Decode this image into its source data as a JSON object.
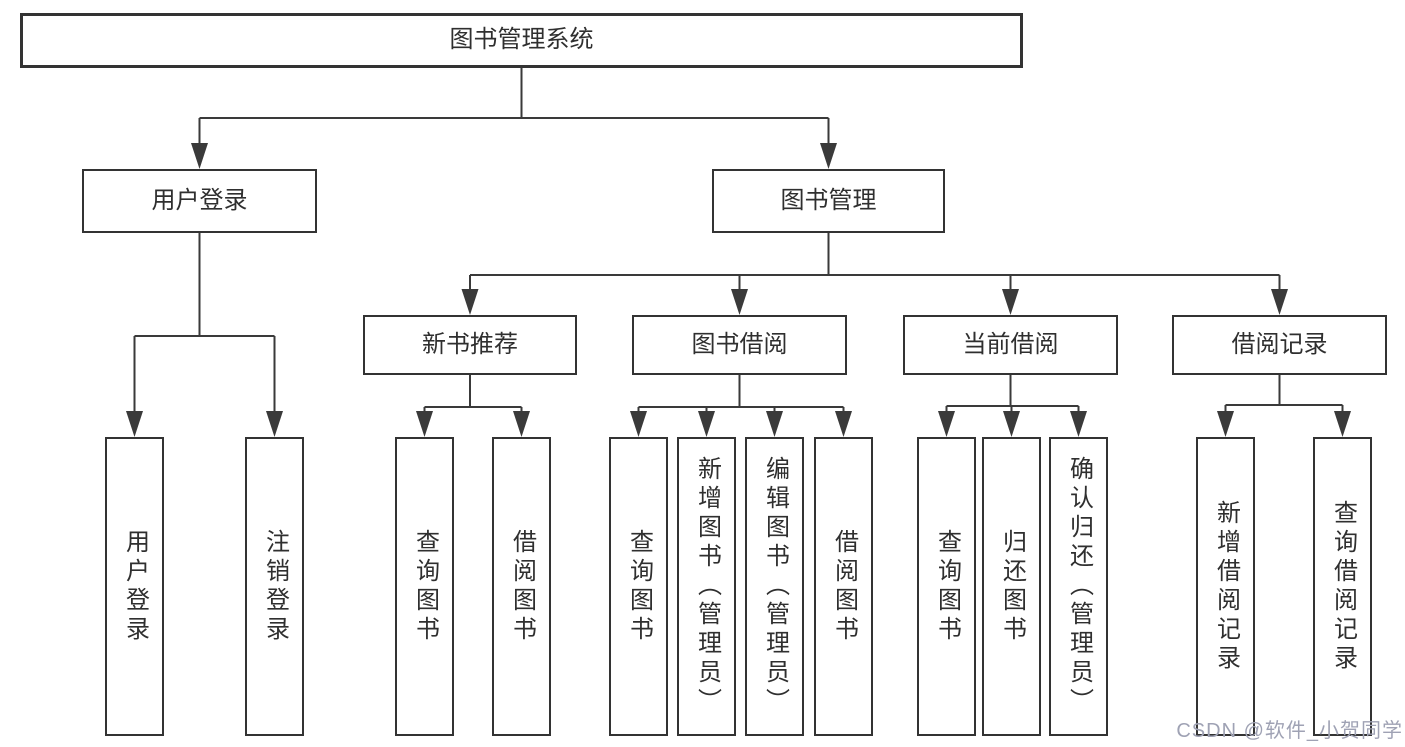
{
  "nodes": {
    "root": {
      "label": "图书管理系统"
    },
    "level2": [
      {
        "id": "user-login",
        "label": "用户登录"
      },
      {
        "id": "book-management",
        "label": "图书管理"
      }
    ],
    "level3": [
      {
        "id": "new-book-recommend",
        "label": "新书推荐",
        "parent": "图书管理"
      },
      {
        "id": "book-borrow",
        "label": "图书借阅",
        "parent": "图书管理"
      },
      {
        "id": "current-borrow",
        "label": "当前借阅",
        "parent": "图书管理"
      },
      {
        "id": "borrow-records",
        "label": "借阅记录",
        "parent": "图书管理"
      }
    ],
    "leaves": [
      {
        "id": "user-login-leaf",
        "label": "用户登录",
        "parent": "用户登录"
      },
      {
        "id": "logout",
        "label": "注销登录",
        "parent": "用户登录"
      },
      {
        "id": "recommend-query-books",
        "label": "查询图书",
        "parent": "新书推荐"
      },
      {
        "id": "recommend-borrow-books",
        "label": "借阅图书",
        "parent": "新书推荐"
      },
      {
        "id": "borrow-query-books",
        "label": "查询图书",
        "parent": "图书借阅"
      },
      {
        "id": "borrow-add-books-admin",
        "label": "新增图书（管理员）",
        "parent": "图书借阅"
      },
      {
        "id": "borrow-edit-books-admin",
        "label": "编辑图书（管理员）",
        "parent": "图书借阅"
      },
      {
        "id": "borrow-borrow-books",
        "label": "借阅图书",
        "parent": "图书借阅"
      },
      {
        "id": "current-query-books",
        "label": "查询图书",
        "parent": "当前借阅"
      },
      {
        "id": "current-return-books",
        "label": "归还图书",
        "parent": "当前借阅"
      },
      {
        "id": "current-confirm-return-admin",
        "label": "确认归还（管理员）",
        "parent": "当前借阅"
      },
      {
        "id": "records-add-borrow-record",
        "label": "新增借阅记录",
        "parent": "借阅记录"
      },
      {
        "id": "records-query-borrow-record",
        "label": "查询借阅记录",
        "parent": "借阅记录"
      }
    ]
  },
  "watermark": "CSDN @软件_小贺同学",
  "colors": {
    "line": "#3a3a3a",
    "node_border": "#333333",
    "text": "#2f2f2f",
    "node_fill": "#ffffff",
    "background": "#ffffff",
    "watermark": "#9fa2b4"
  }
}
